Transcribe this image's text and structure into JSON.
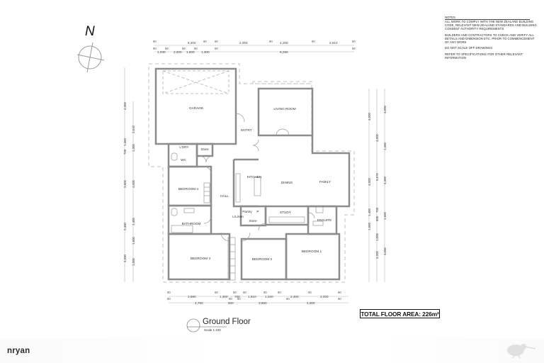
{
  "plan": {
    "title": "Ground Floor",
    "scale": "Scale 1:100",
    "north_label": "N",
    "total_area": "TOTAL FLOOR AREA: 226m²"
  },
  "notes": {
    "heading": "NOTES",
    "items": [
      "ALL WORK TO COMPLY WITH THE NEW ZEALAND BUILDING CODE, RELEVANT NEW ZEALAND STANDARDS AND BUILDING CONSENT AUTHORITY REQUIREMENTS",
      "BUILDERS AND CONTRACTORS TO CHECK AND VERIFY ALL DETAILS AND DIMENSION ETC. PRIOR TO COMMENCEMENT OF ANY WORK",
      "DO NOT SCALE OFF DRAWINGS",
      "REFER TO SPECIFICATIONS FOR OTHER RELEVANT INFORMATION"
    ]
  },
  "rooms": {
    "garage": "GARAGE",
    "entry": "ENTRY",
    "living": "LIVING ROOM",
    "laundry": "L'DRY",
    "store1": "Store",
    "wc": "WC",
    "kitchen": "KITCHEN",
    "dining": "DINING",
    "family": "FAMILY",
    "bedroom4": "BEDROOM 4",
    "hall": "HALL",
    "pantry": "Pantry",
    "p": "P",
    "linen": "L/Linen",
    "store2": "Store",
    "study": "STUDY",
    "ensuite": "ENSUITE",
    "bathroom": "BATHROOM",
    "bedroom3": "BEDROOM 3",
    "bedroom2": "BEDROOM 2",
    "bedroom1": "BEDROOM 1"
  },
  "dimensions": {
    "top_row1": [
      "6,200",
      "2,000",
      "4,200",
      "2,610"
    ],
    "top_row2": [
      "1,030",
      "2,000",
      "1,600",
      "1,300",
      "9,290"
    ],
    "bottom_row1": [
      "3,690",
      "1,300",
      "700",
      "1,610",
      "1,020",
      "2,400",
      "2,200"
    ],
    "bottom_row2": [
      "4,790",
      "600",
      "3,850",
      "4,000"
    ],
    "left_outer": [
      "4,300",
      "1,300",
      "700",
      "3,600",
      "2,400",
      "3,200"
    ],
    "left_inner": [
      "2,610",
      "1,300",
      "4,000",
      "1,400",
      "1,600",
      "1,000"
    ],
    "right_outer": [
      "4,000",
      "4,000",
      "1,400",
      "1,600"
    ],
    "right_mid": [
      "4,000",
      "5,670",
      "700",
      "800",
      "1,000",
      "3,200"
    ],
    "right_inner": [
      "4,000",
      "1,460",
      "4,300",
      "1,600",
      "4,060"
    ],
    "tick": "90"
  },
  "footer": {
    "brand": "nryan",
    "logo_icon": "kiwi-bird-logo"
  }
}
